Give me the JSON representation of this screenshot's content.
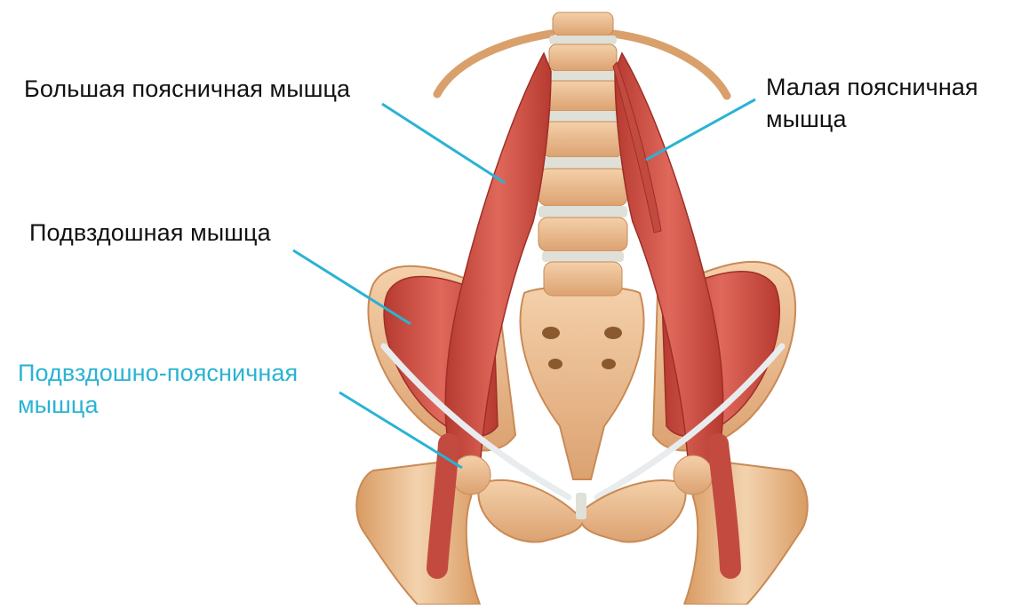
{
  "labels": {
    "psoas_major": [
      "Большая поясничная мышца"
    ],
    "psoas_minor": [
      "Малая поясничная",
      "мышца"
    ],
    "iliacus": [
      "Подвздошная мышца"
    ],
    "iliopsoas": [
      "Подвздошно-поясничная",
      "мышца"
    ]
  },
  "colors": {
    "label_text": "#111111",
    "accent_label": "#2ab3d4",
    "pointer_line": "#2ab3d4",
    "muscle": "#d6544a",
    "muscle_dark": "#b2382f",
    "bone": "#eec096",
    "bone_dark": "#c98a55",
    "disc": "#dfe0d8",
    "ligament": "#e9ecee",
    "background": "#ffffff"
  }
}
